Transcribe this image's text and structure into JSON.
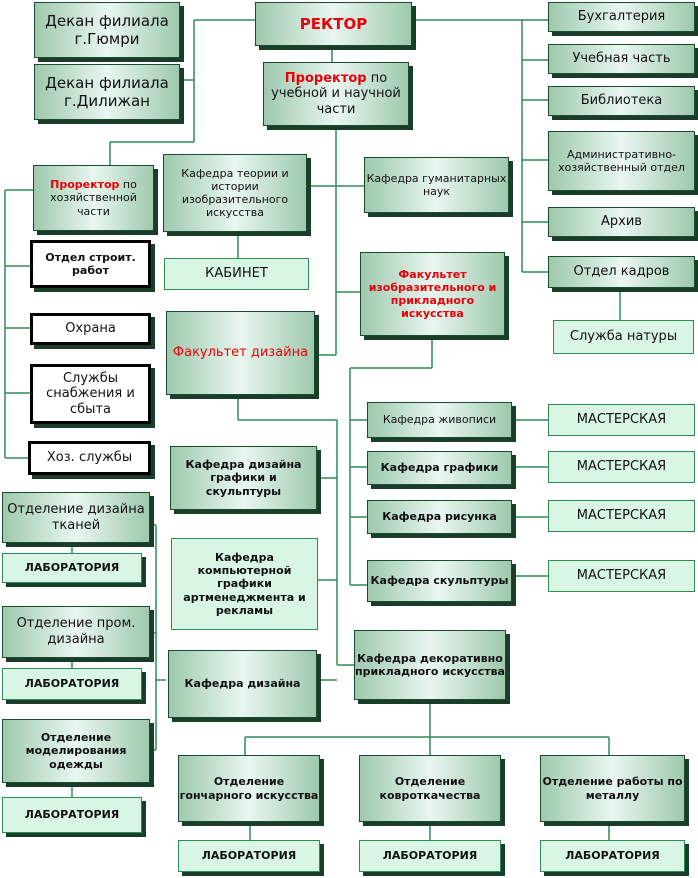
{
  "boxes": {
    "gyumri": "Декан филиала г.Гюмри",
    "dilijan": "Декан филиала г.Дилижан",
    "rector": "РЕКТОР",
    "prorector_study_red": "Проректор",
    "prorector_study_rest": "по учебной и научной части",
    "accounting": "Бухгалтерия",
    "academic": "Учебная часть",
    "library": "Библиотека",
    "admin": "Административно-хозяйственный отдел",
    "archive": "Архив",
    "hr": "Отдел кадров",
    "nature": "Служба натуры",
    "prorector_econ_red": "Проректор",
    "prorector_econ_rest": "по хозяйственной части",
    "dept_theory": "Кафедра теории и истории изобразительного искусства",
    "cabinet": "КАБИНЕТ",
    "dept_humanities": "Кафедра гуманитарных наук",
    "faculty_fine": "Факультет изобразительного и прикладного искусства",
    "construction": "Отдел строит. работ",
    "security": "Охрана",
    "supply": "Службы снабжения и сбыта",
    "household": "Хоз. службы",
    "faculty_design": "Факультет дизайна",
    "dept_painting": "Кафедра живописи",
    "dept_graphics": "Кафедра графики",
    "dept_drawing": "Кафедра рисунка",
    "dept_sculpture": "Кафедра скульптуры",
    "workshop1": "МАСТЕРСКАЯ",
    "workshop2": "МАСТЕРСКАЯ",
    "workshop3": "МАСТЕРСКАЯ",
    "workshop4": "МАСТЕРСКАЯ",
    "dept_design_graphics": "Кафедра дизайна графики и скульптуры",
    "dept_computer": "Кафедра компьютерной графики артменеджмента и рекламы",
    "dept_design": "Кафедра дизайна",
    "dept_decorative": "Кафедра декоративно прикладного искусства",
    "div_textile": "Отделение дизайна тканей",
    "lab_textile": "ЛАБОРАТОРИЯ",
    "div_industrial": "Отделение пром. дизайна",
    "lab_industrial": "ЛАБОРАТОРИЯ",
    "div_clothing": "Отделение моделирования одежды",
    "lab_clothing": "ЛАБОРАТОРИЯ",
    "div_pottery": "Отделение гончарного искусства",
    "lab_pottery": "ЛАБОРАТОРИЯ",
    "div_carpet": "Отделение ковроткачества",
    "lab_carpet": "ЛАБОРАТОРИЯ",
    "div_metal": "Отделение работы по металлу",
    "lab_metal": "ЛАБОРАТОРИЯ"
  }
}
